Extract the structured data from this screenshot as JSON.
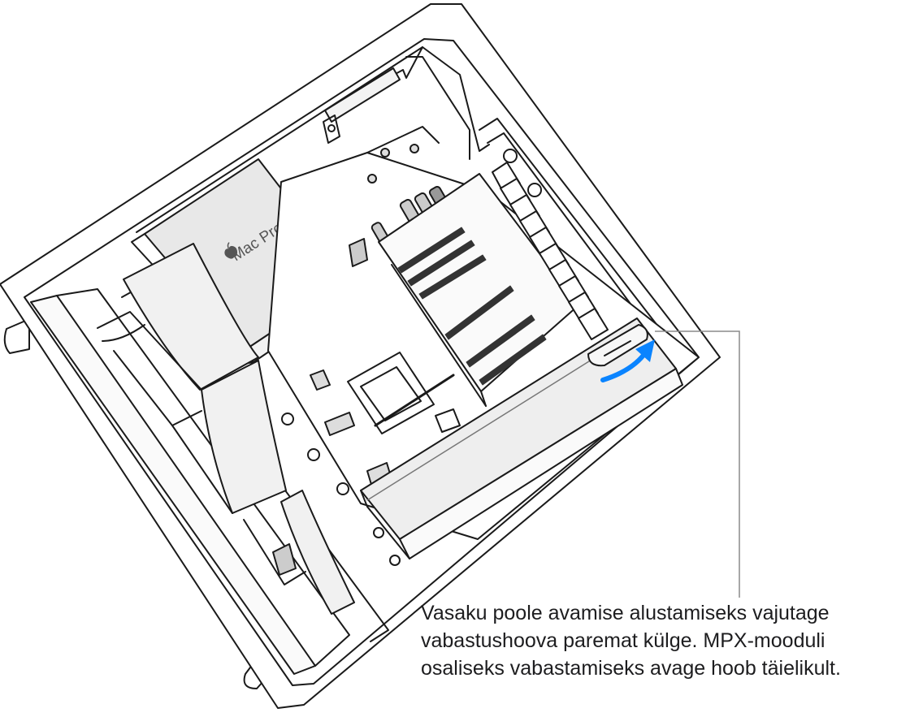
{
  "product_label": "Mac Pro",
  "caption": {
    "line1": "Vasaku poole avamise alustamiseks vajutage",
    "line2": "vabastushoova paremat külge. MPX-mooduli",
    "line3": "osaliseks vabastamiseks avage hoob täielikult."
  },
  "colors": {
    "line": "#1a1a1a",
    "callout": "#8a8a8a",
    "arrow": "#0a84ff",
    "shade": "#e8e8e8",
    "module": "#eeeeee"
  },
  "icons": [
    "apple-logo-icon",
    "release-arrow-icon"
  ]
}
